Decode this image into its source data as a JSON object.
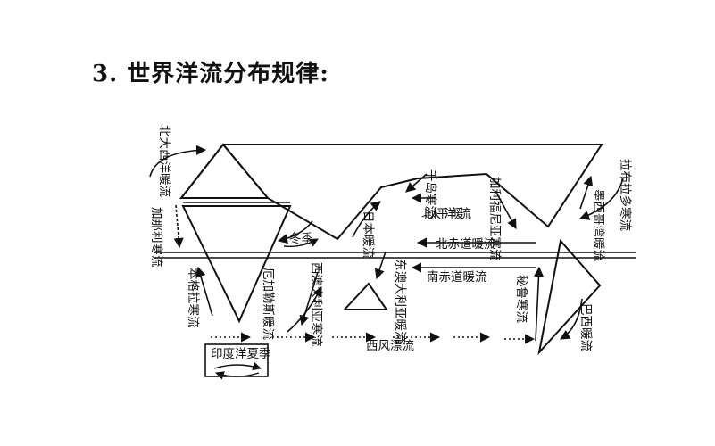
{
  "title": "3. 世界洋流分布规律:",
  "labels": {
    "north_atlantic_warm": "北大西洋暖流",
    "canary_cold": "加那利寒流",
    "benguela_cold": "本格拉寒流",
    "winter": "冬季",
    "west_australia": "西澳大利亚寒流",
    "agulhas_warm": "厄加勒斯暖流",
    "kuroshio": "日本暖流",
    "north_pacific_warm": "北太平洋暖流",
    "oyashio": "千岛寒流",
    "east_australia": "东澳大利亚暖流",
    "california": "加利福尼亚寒流",
    "north_equatorial": "北赤道暖流",
    "south_equatorial": "南赤道暖流",
    "labrador": "拉布拉多寒流",
    "gulf_stream": "墨西哥湾暖流",
    "peru": "秘鲁寒流",
    "brazil": "巴西暖流",
    "west_wind_drift": "西风漂流",
    "indian_ocean_summer": "印度洋夏季"
  }
}
